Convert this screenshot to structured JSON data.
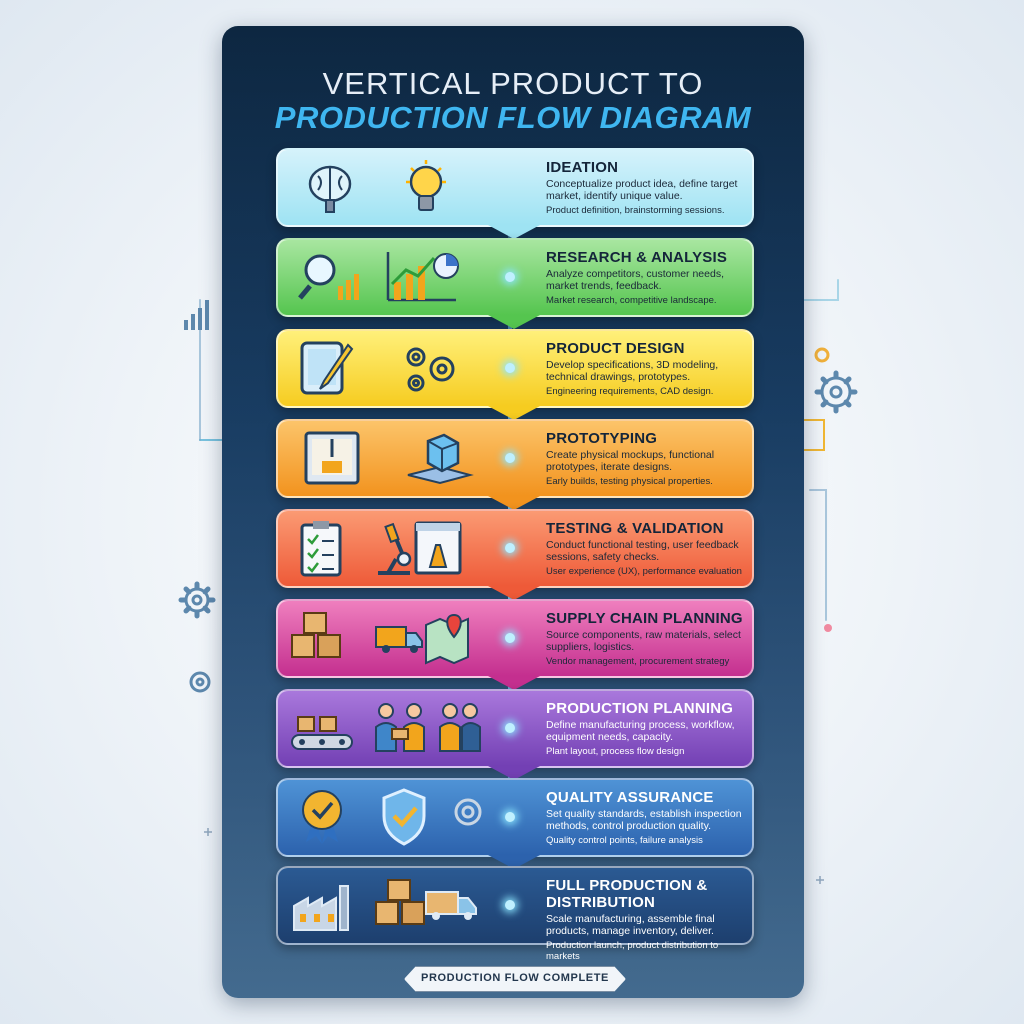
{
  "title": {
    "line1": "VERTICAL PRODUCT TO",
    "line2": "PRODUCTION FLOW DIAGRAM"
  },
  "stages": [
    {
      "name": "IDEATION",
      "desc": "Conceptualize product idea, define target market, identify unique value.",
      "note": "Product definition, brainstorming sessions.",
      "color_from": "#d5f2fb",
      "color_to": "#9ee3f3",
      "icons": [
        "brain-icon",
        "lightbulb-icon"
      ]
    },
    {
      "name": "RESEARCH & ANALYSIS",
      "desc": "Analyze competitors, customer needs, market trends, feedback.",
      "note": "Market research, competitive landscape.",
      "color_from": "#a8e6a0",
      "color_to": "#55c54f",
      "icons": [
        "magnifier-chart-icon",
        "growth-chart-icon"
      ]
    },
    {
      "name": "PRODUCT DESIGN",
      "desc": "Develop specifications, 3D modeling, technical drawings, prototypes.",
      "note": "Engineering requirements, CAD design.",
      "color_from": "#fff07a",
      "color_to": "#f6cc20",
      "icons": [
        "tablet-pen-icon",
        "gears-icon"
      ]
    },
    {
      "name": "PROTOTYPING",
      "desc": "Create physical mockups, functional prototypes, iterate designs.",
      "note": "Early builds, testing physical properties.",
      "color_from": "#fcc46a",
      "color_to": "#f2931e",
      "icons": [
        "3d-printer-icon",
        "cube-icon"
      ]
    },
    {
      "name": "TESTING & VALIDATION",
      "desc": "Conduct functional testing, user feedback sessions, safety checks.",
      "note": "User experience (UX), performance evaluation",
      "color_from": "#fb9a73",
      "color_to": "#ee5a38",
      "icons": [
        "checklist-icon",
        "microscope-icon",
        "lab-screen-icon"
      ]
    },
    {
      "name": "SUPPLY CHAIN PLANNING",
      "desc": "Source components, raw materials, select suppliers, logistics.",
      "note": "Vendor management, procurement strategy",
      "color_from": "#ef7fbe",
      "color_to": "#c42f8f",
      "icons": [
        "boxes-icon",
        "truck-icon",
        "map-pin-icon"
      ]
    },
    {
      "name": "PRODUCTION PLANNING",
      "desc": "Define manufacturing process, workflow, equipment needs, capacity.",
      "note": "Plant layout, process flow design",
      "color_from": "#a978dc",
      "color_to": "#7340b4",
      "icons": [
        "conveyor-icon",
        "workers-icon",
        "engineers-icon"
      ]
    },
    {
      "name": "QUALITY ASSURANCE",
      "desc": "Set quality standards, establish inspection methods, control production quality.",
      "note": "Quality control points, failure analysis",
      "color_from": "#4f93d6",
      "color_to": "#2c62ad",
      "icons": [
        "quality-badge-icon",
        "shield-check-icon",
        "gear-icon"
      ]
    },
    {
      "name": "FULL PRODUCTION & DISTRIBUTION",
      "desc": "Scale manufacturing, assemble final products, manage inventory, deliver.",
      "note": "Production launch, product distribution to markets",
      "color_from": "#2b5a93",
      "color_to": "#1d3f6e",
      "icons": [
        "factory-icon",
        "boxes-icon",
        "delivery-truck-icon"
      ]
    }
  ],
  "footer": "PRODUCTION FLOW COMPLETE",
  "colors": {
    "panel": "#102f52",
    "title_accent": "#3fb6f0",
    "connector": "#6cc6ee"
  }
}
